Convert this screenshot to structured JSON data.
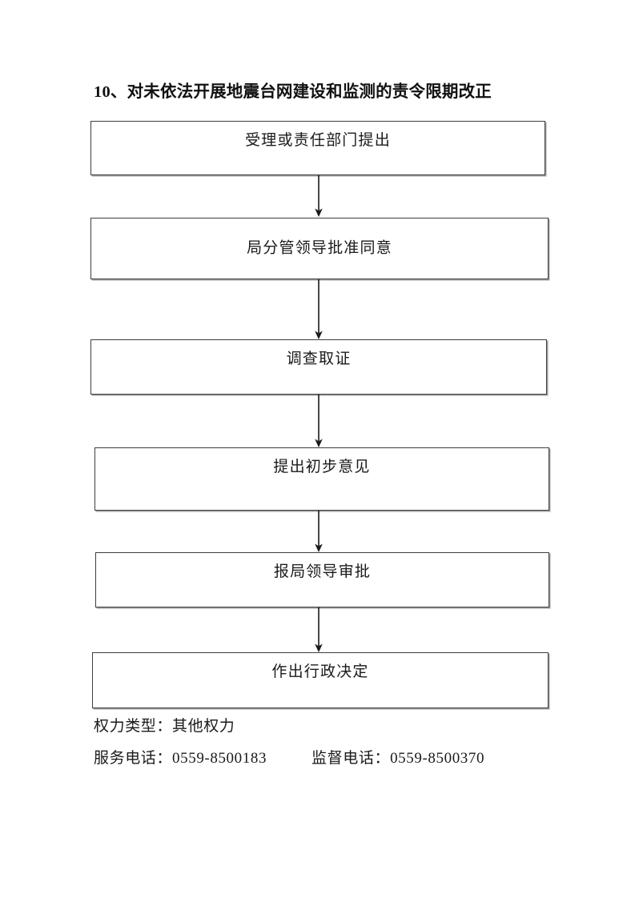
{
  "document": {
    "title": "10、对未依法开展地震台网建设和监测的责令限期改正"
  },
  "flowchart": {
    "type": "vertical-process-flow",
    "steps": [
      {
        "index": 1,
        "label": "受理或责任部门提出"
      },
      {
        "index": 2,
        "label": "局分管领导批准同意"
      },
      {
        "index": 3,
        "label": "调查取证"
      },
      {
        "index": 4,
        "label": "提出初步意见"
      },
      {
        "index": 5,
        "label": "报局领导审批"
      },
      {
        "index": 6,
        "label": "作出行政决定"
      }
    ],
    "connector_count": 5,
    "connector_type": "down-arrow"
  },
  "footer": {
    "power_type_line": "权力类型：其他权力",
    "service_phone_label": "服务电话：",
    "service_phone_value": "0559-8500183",
    "supervision_phone_label": "监督电话：",
    "supervision_phone_value": "0559-8500370"
  },
  "style": {
    "page_background": "#ffffff",
    "text_color": "#1a1a1a",
    "box_border_color": "#3d3d3d",
    "arrow_color": "#1a1a1a"
  }
}
